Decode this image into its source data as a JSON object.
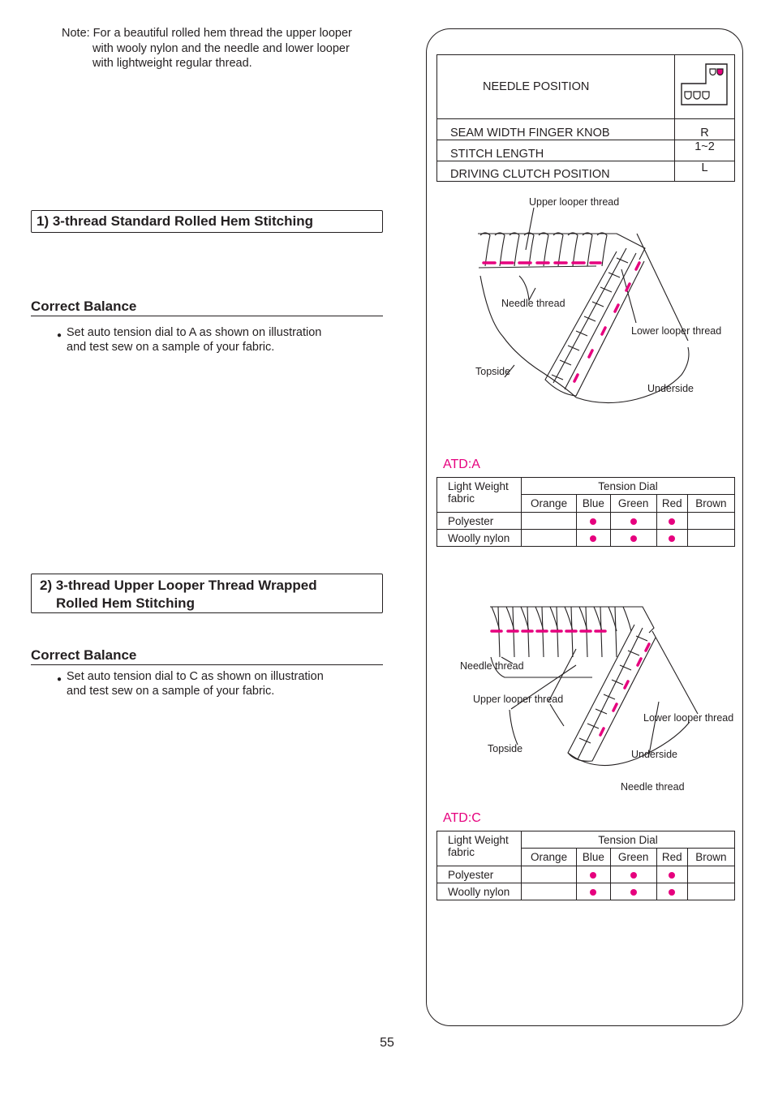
{
  "note": {
    "line1": "Note: For a beautiful rolled hem thread the upper looper",
    "line2": "with wooly nylon and the needle and lower looper",
    "line3": "with lightweight regular thread."
  },
  "section1": {
    "title": "1) 3-thread Standard Rolled Hem Stitching",
    "correct_balance": "Correct Balance",
    "bullet_line1": "Set auto tension dial to A as shown on illustration",
    "bullet_line2": "and test sew on a sample of your fabric."
  },
  "section2": {
    "title_line1": "2) 3-thread Upper Looper Thread Wrapped",
    "title_line2": "Rolled Hem Stitching",
    "correct_balance": "Correct Balance",
    "bullet_line1": "Set auto tension dial to C as shown on illustration",
    "bullet_line2": "and test sew on a sample of your fabric."
  },
  "settings": {
    "needle_position": "NEEDLE POSITION",
    "rows": [
      {
        "label": "SEAM WIDTH FINGER KNOB",
        "value": "R"
      },
      {
        "label": "STITCH LENGTH",
        "value": "1~2"
      },
      {
        "label": "DRIVING CLUTCH POSITION",
        "value": "L"
      }
    ]
  },
  "diagram1": {
    "upper_looper_thread": "Upper looper thread",
    "needle_thread": "Needle thread",
    "lower_looper_thread": "Lower looper thread",
    "topside": "Topside",
    "underside": "Underside"
  },
  "diagram2": {
    "needle_thread": "Needle thread",
    "upper_looper_thread": "Upper looper thread",
    "lower_looper_thread": "Lower looper thread",
    "topside": "Topside",
    "underside": "Underside",
    "needle_thread_bottom": "Needle thread"
  },
  "table_a": {
    "label": "ATD:A",
    "fabric_header_line1": "Light Weight",
    "fabric_header_line2": "fabric",
    "tension_dial": "Tension Dial",
    "columns": [
      "Orange",
      "Blue",
      "Green",
      "Red",
      "Brown"
    ],
    "rows": [
      {
        "fabric": "Polyester",
        "marks": [
          false,
          true,
          true,
          true,
          false
        ]
      },
      {
        "fabric": "Woolly nylon",
        "marks": [
          false,
          true,
          true,
          true,
          false
        ]
      }
    ]
  },
  "table_c": {
    "label": "ATD:C",
    "fabric_header_line1": "Light Weight",
    "fabric_header_line2": "fabric",
    "tension_dial": "Tension Dial",
    "columns": [
      "Orange",
      "Blue",
      "Green",
      "Red",
      "Brown"
    ],
    "rows": [
      {
        "fabric": "Polyester",
        "marks": [
          false,
          true,
          true,
          true,
          false
        ]
      },
      {
        "fabric": "Woolly nylon",
        "marks": [
          false,
          true,
          true,
          true,
          false
        ]
      }
    ]
  },
  "colors": {
    "accent": "#e6007e",
    "ink": "#231f20"
  },
  "page_number": "55"
}
